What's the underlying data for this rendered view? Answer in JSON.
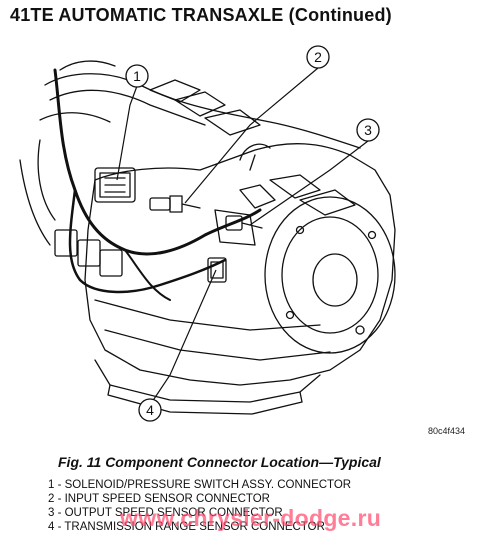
{
  "header": {
    "title": "41TE AUTOMATIC TRANSAXLE (Continued)"
  },
  "figure": {
    "callouts": [
      "1",
      "2",
      "3",
      "4"
    ],
    "code": "80c4f434",
    "caption": "Fig. 11 Component Connector Location—Typical"
  },
  "legend": {
    "items": [
      "1 - SOLENOID/PRESSURE SWITCH ASSY. CONNECTOR",
      "2 - INPUT SPEED SENSOR CONNECTOR",
      "3 - OUTPUT SPEED SENSOR CONNECTOR",
      "4 - TRANSMISSION RANGE SENSOR CONNECTOR"
    ]
  },
  "watermark": "www.chrysler-dodge.ru"
}
